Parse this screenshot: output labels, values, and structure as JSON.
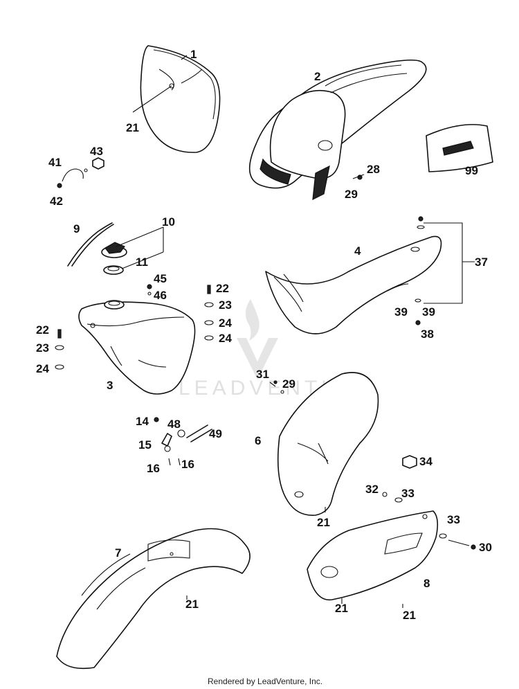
{
  "callouts": {
    "c1": "1",
    "c2": "2",
    "c3": "3",
    "c4": "4",
    "c6": "6",
    "c7": "7",
    "c8": "8",
    "c9": "9",
    "c10": "10",
    "c11": "11",
    "c14": "14",
    "c15": "15",
    "c16a": "16",
    "c16b": "16",
    "c21a": "21",
    "c21b": "21",
    "c21c": "21",
    "c21d": "21",
    "c21e": "21",
    "c22a": "22",
    "c22b": "22",
    "c23a": "23",
    "c23b": "23",
    "c24a": "24",
    "c24b": "24",
    "c24c": "24",
    "c28": "28",
    "c29a": "29",
    "c29b": "29",
    "c30": "30",
    "c31": "31",
    "c32": "32",
    "c33a": "33",
    "c33b": "33",
    "c34": "34",
    "c37": "37",
    "c38": "38",
    "c39a": "39",
    "c39b": "39",
    "c41": "41",
    "c42": "42",
    "c43": "43",
    "c45": "45",
    "c46": "46",
    "c48": "48",
    "c49": "49",
    "c99": "99"
  },
  "watermark": "LEADVENTURE",
  "footer": "Rendered by LeadVenture, Inc.",
  "colors": {
    "ink": "#111111",
    "background": "#ffffff",
    "watermark": "#d4d4d4"
  }
}
